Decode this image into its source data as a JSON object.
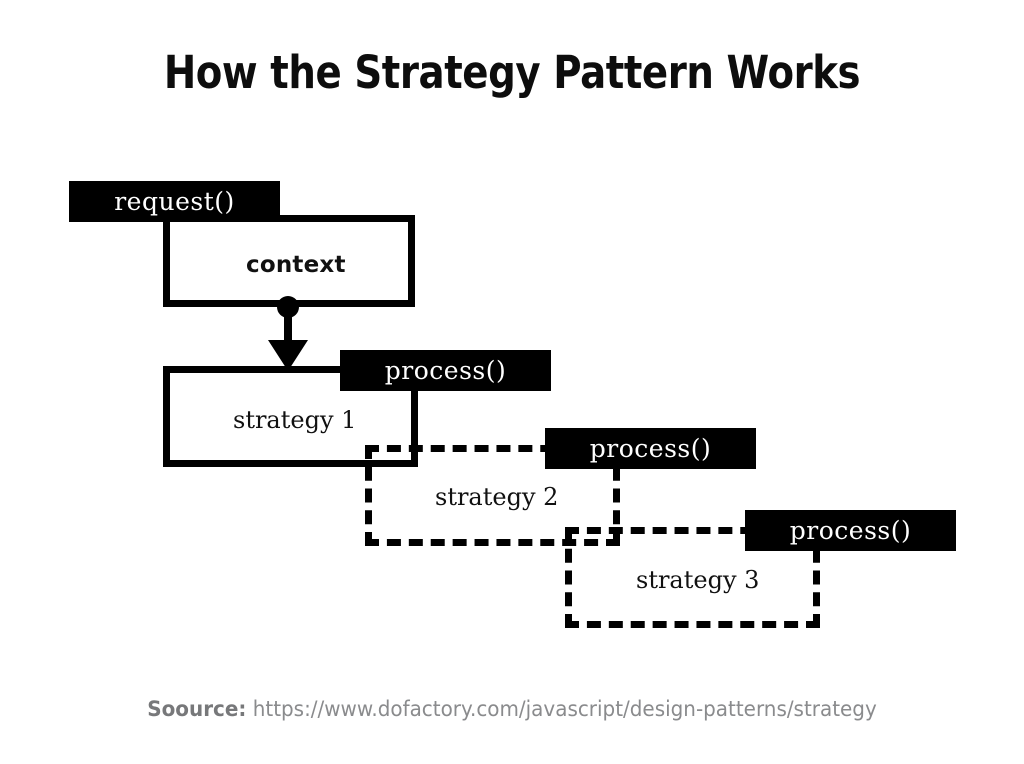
{
  "slide": {
    "title": "How the Strategy Pattern Works",
    "background_color": "#ffffff",
    "ink_color": "#000000"
  },
  "diagram": {
    "type": "uml-strategy-pattern",
    "context": {
      "operation_label": "request()",
      "body_label": "context",
      "box_style": "solid"
    },
    "strategies": [
      {
        "operation_label": "process()",
        "body_label": "strategy 1",
        "box_style": "solid"
      },
      {
        "operation_label": "process()",
        "body_label": "strategy 2",
        "box_style": "dashed"
      },
      {
        "operation_label": "process()",
        "body_label": "strategy 3",
        "box_style": "dashed"
      }
    ],
    "connector": {
      "kind": "delegation-arrow",
      "from": "context",
      "to": "strategy 1",
      "endpoint_shape": "filled-circle",
      "arrowhead": "down"
    }
  },
  "footer": {
    "source_label": "Soource:",
    "source_url": "https://www.dofactory.com/javascript/design-patterns/strategy",
    "label_color": "#77787a",
    "url_color": "#8a8b8d"
  }
}
